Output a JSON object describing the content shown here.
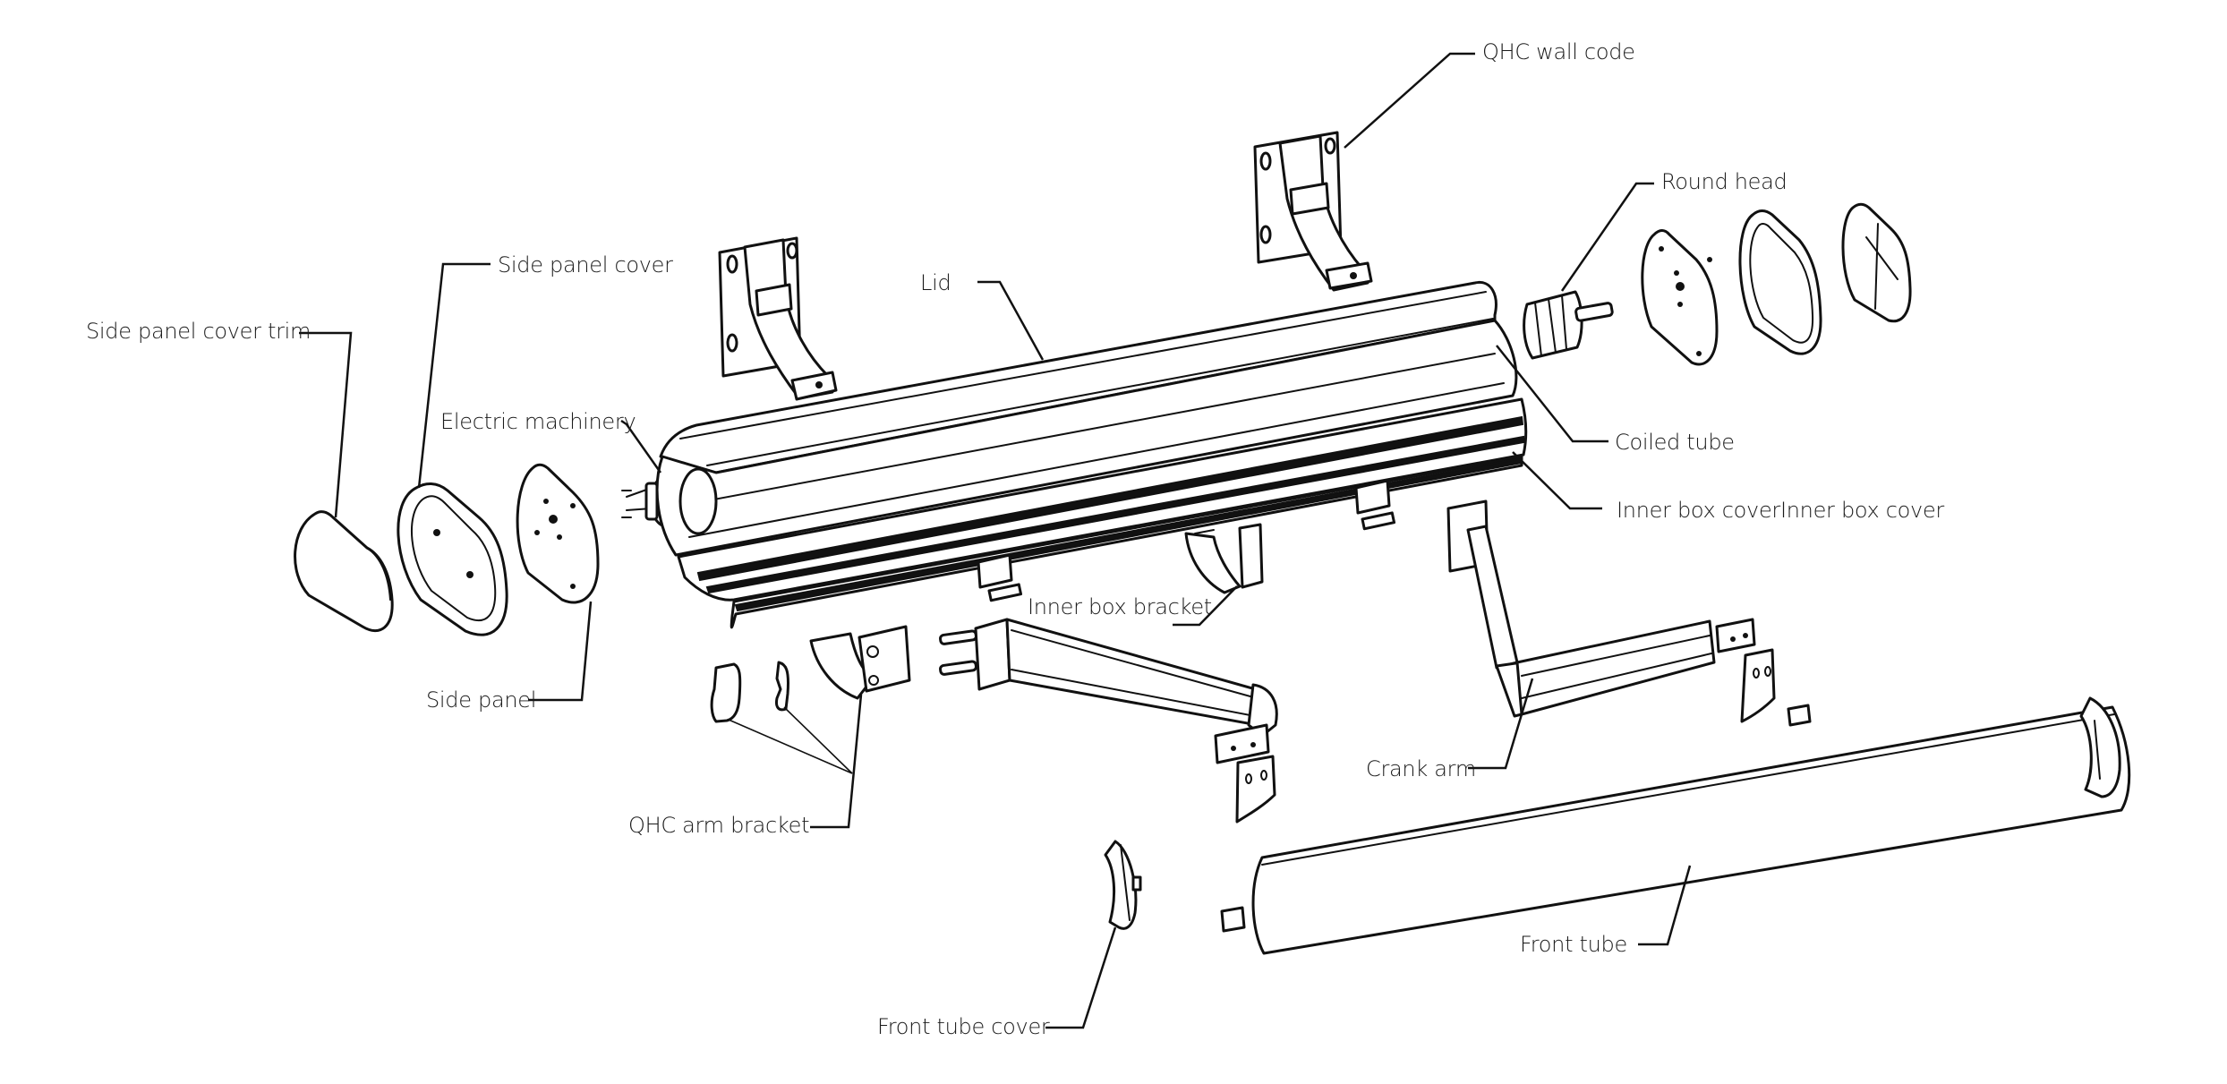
{
  "diagram": {
    "type": "exploded-assembly-view",
    "subject": "retractable awning cassette",
    "colors": {
      "line": "#111111",
      "background": "#ffffff",
      "text": "#1a1a1a"
    },
    "labels": {
      "qhc_wall_code": "QHC wall code",
      "round_head": "Round head",
      "side_panel_cover": "Side panel cover",
      "side_panel_cover_trim": "Side panel cover trim",
      "lid": "Lid",
      "electric_machinery": "Electric machinery",
      "coiled_tube": "Coiled tube",
      "inner_box_cover": "Inner box coverInner box cover",
      "inner_box_bracket": "Inner box bracket",
      "side_panel": "Side panel",
      "crank_arm": "Crank arm",
      "qhc_arm_bracket": "QHC arm bracket",
      "front_tube": "Front tube",
      "front_tube_cover": "Front tube cover"
    }
  }
}
